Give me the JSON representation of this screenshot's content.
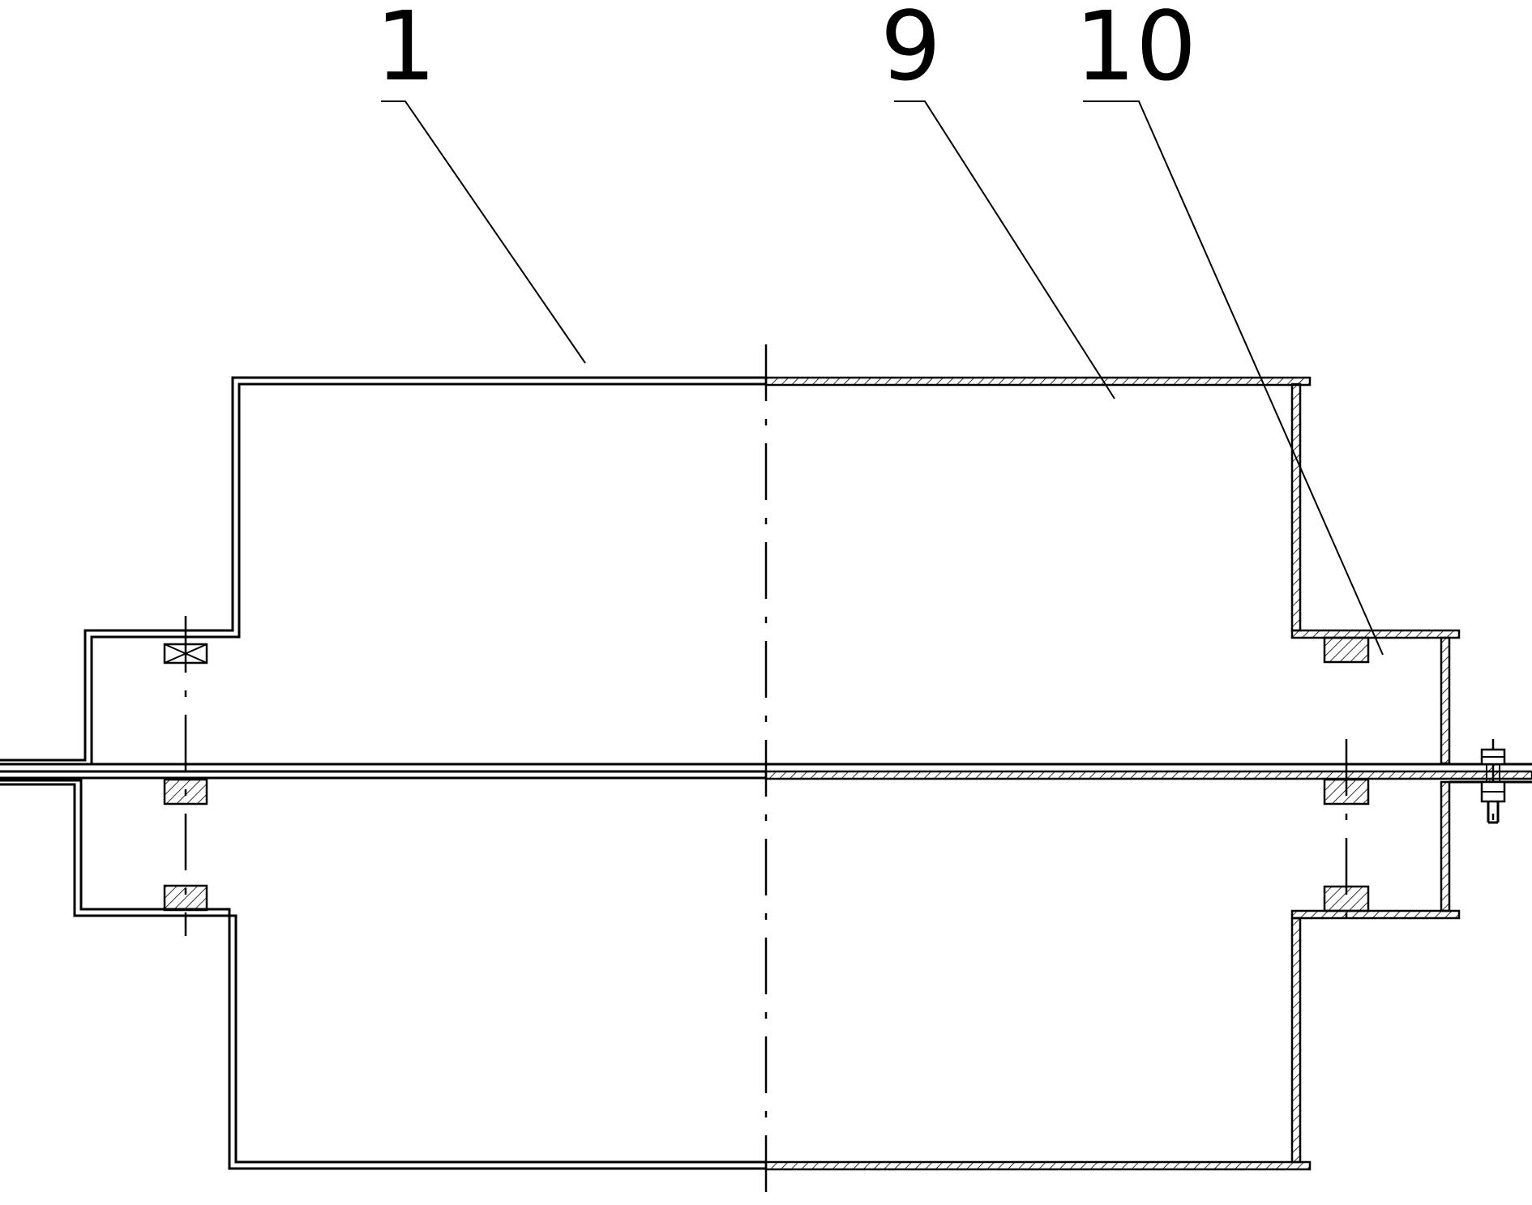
{
  "callouts": [
    {
      "id": "part-1",
      "text": "1"
    },
    {
      "id": "part-9",
      "text": "9"
    },
    {
      "id": "part-10",
      "text": "10"
    }
  ],
  "colors": {
    "line": "#000000",
    "background": "#ffffff"
  }
}
